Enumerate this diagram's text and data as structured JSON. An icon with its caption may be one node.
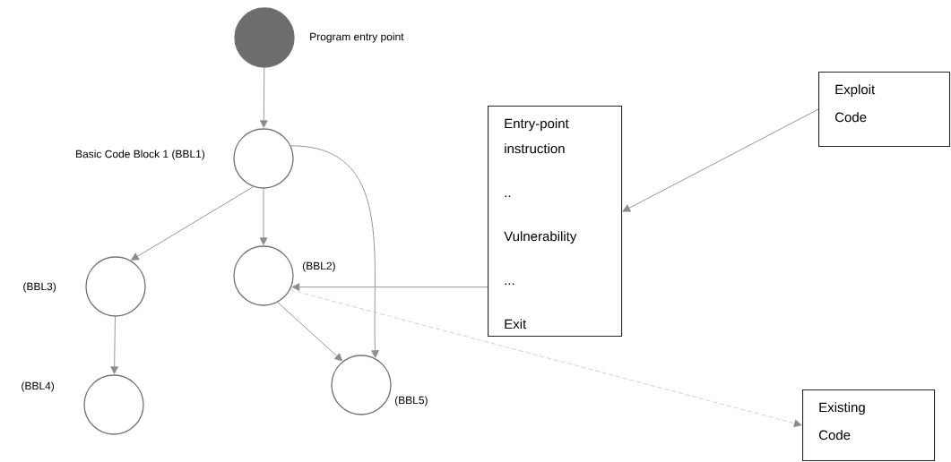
{
  "diagram": {
    "nodes": [
      {
        "text": [],
        "shape": "circle",
        "beside": [
          "Program entry point"
        ]
      },
      {
        "text": [],
        "shape": "circle",
        "beside": [
          "Basic Code Block 1 (BBL1)"
        ]
      },
      {
        "text": [],
        "shape": "circle",
        "beside": [
          "(BBL2)"
        ]
      },
      {
        "text": [],
        "shape": "circle",
        "beside": [
          "(BBL3)"
        ]
      },
      {
        "text": [],
        "shape": "circle",
        "beside": [
          "(BBL4)"
        ]
      },
      {
        "text": [],
        "shape": "circle",
        "beside": [
          "(BBL5)"
        ]
      },
      {
        "text": [
          "Entry-point instruction",
          "..",
          "Vulnerability",
          "...",
          "Exit"
        ]
      },
      {
        "text": [
          "Exploit Code"
        ]
      },
      {
        "text": [
          "Existing Code"
        ]
      }
    ],
    "edges": [
      {
        "from": 0,
        "to": 1,
        "arrow": "to"
      },
      {
        "from": 1,
        "to": 3,
        "arrow": "to"
      },
      {
        "from": 1,
        "to": 2,
        "arrow": "to"
      },
      {
        "from": 1,
        "to": 5,
        "arrow": "to"
      },
      {
        "from": 3,
        "to": 4,
        "arrow": "to"
      },
      {
        "from": 2,
        "to": 5,
        "arrow": "to"
      },
      {
        "from": 6,
        "to": 2,
        "arrow": "to"
      },
      {
        "from": 7,
        "to": 6,
        "arrow": "to"
      },
      {
        "from": 2,
        "to": 8,
        "arrow": "to",
        "style": "dashed"
      }
    ]
  }
}
